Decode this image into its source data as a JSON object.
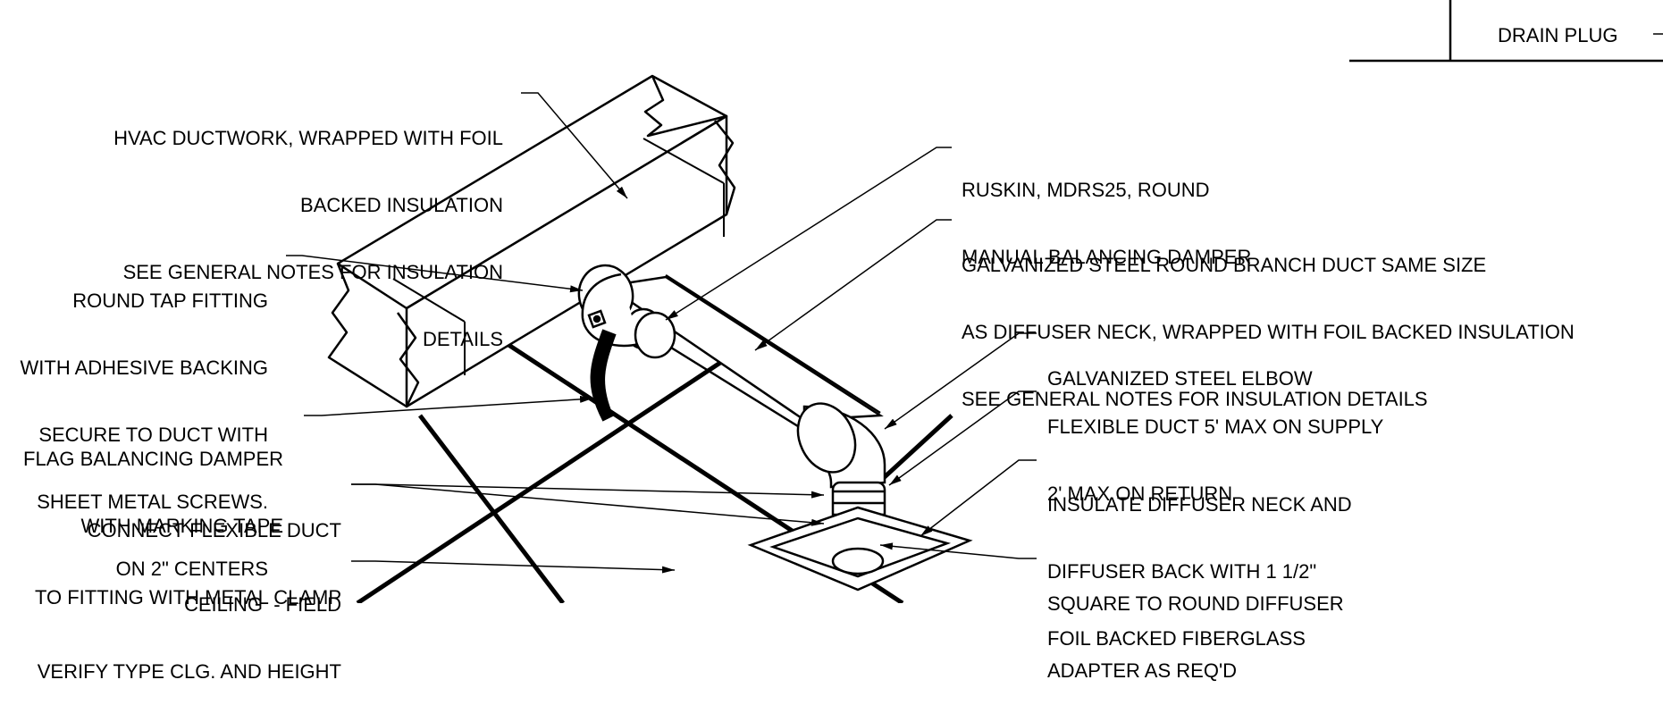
{
  "notes": {
    "drain_plug": "DRAIN PLUG",
    "hvac_ductwork": [
      "HVAC DUCTWORK, WRAPPED WITH FOIL",
      "BACKED INSULATION",
      "SEE GENERAL NOTES FOR INSULATION",
      "DETAILS"
    ],
    "round_tap": [
      "ROUND TAP FITTING",
      "WITH ADHESIVE BACKING",
      "SECURE TO DUCT WITH",
      "SHEET METAL SCREWS.",
      "ON 2\" CENTERS"
    ],
    "flag_damper": [
      "FLAG BALANCING DAMPER",
      "WITH MARKING TAPE"
    ],
    "connect_flex": [
      "CONNECT FLEXIBLE DUCT",
      "TO FITTING WITH METAL CLAMP"
    ],
    "ceiling": [
      "CEILING  - FIELD",
      "VERIFY TYPE CLG. AND HEIGHT"
    ],
    "ruskin": [
      "RUSKIN, MDRS25, ROUND",
      "MANUAL BALANCING DAMPER"
    ],
    "galv_branch": [
      "GALVANIZED STEEL ROUND BRANCH DUCT SAME SIZE",
      "AS DIFFUSER NECK, WRAPPED WITH FOIL BACKED INSULATION",
      "SEE GENERAL NOTES FOR INSULATION DETAILS"
    ],
    "galv_elbow": [
      "GALVANIZED STEEL ELBOW"
    ],
    "flex_duct": [
      "FLEXIBLE DUCT 5' MAX ON SUPPLY",
      "2' MAX ON RETURN"
    ],
    "insulate_neck": [
      "INSULATE DIFFUSER NECK AND",
      "DIFFUSER BACK WITH 1 1/2\"",
      "FOIL BACKED FIBERGLASS"
    ],
    "square_round": [
      "SQUARE TO ROUND DIFFUSER",
      "ADAPTER AS REQ'D"
    ]
  }
}
